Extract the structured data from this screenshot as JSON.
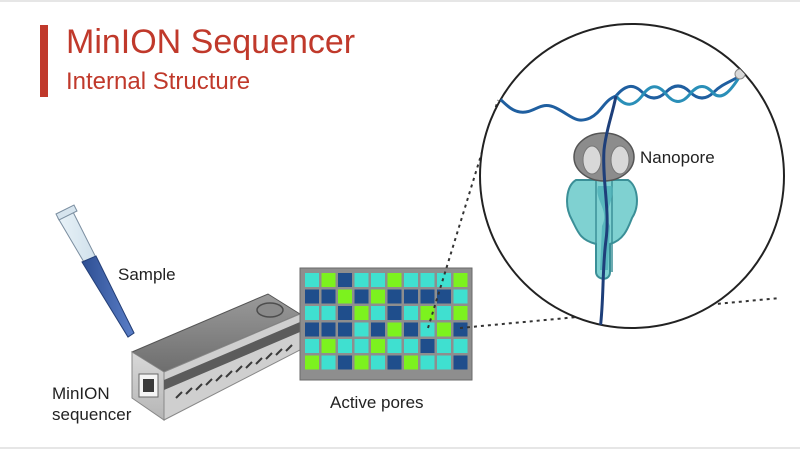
{
  "header": {
    "title": "MinION Sequencer",
    "subtitle": "Internal Structure"
  },
  "labels": {
    "sample": "Sample",
    "minion_line1": "MinION",
    "minion_line2": "sequencer",
    "active_pores": "Active pores",
    "nanopore": "Nanopore"
  },
  "colors": {
    "accent": "#c0392b",
    "pore_light": "#3fe0d0",
    "pore_dark": "#1f4e8c",
    "pore_green": "#7cf21e",
    "dna_blue": "#1f5fa0"
  },
  "pore_grid": {
    "rows": [
      [
        "t",
        "g",
        "d",
        "t",
        "t",
        "g",
        "t",
        "t",
        "t",
        "g"
      ],
      [
        "d",
        "d",
        "g",
        "d",
        "g",
        "d",
        "d",
        "d",
        "d",
        "t"
      ],
      [
        "t",
        "t",
        "d",
        "g",
        "t",
        "d",
        "t",
        "g",
        "t",
        "g"
      ],
      [
        "d",
        "d",
        "d",
        "t",
        "d",
        "g",
        "d",
        "t",
        "g",
        "d"
      ],
      [
        "t",
        "g",
        "t",
        "t",
        "g",
        "t",
        "t",
        "d",
        "t",
        "t"
      ],
      [
        "g",
        "t",
        "d",
        "g",
        "t",
        "d",
        "g",
        "t",
        "t",
        "d"
      ]
    ]
  }
}
